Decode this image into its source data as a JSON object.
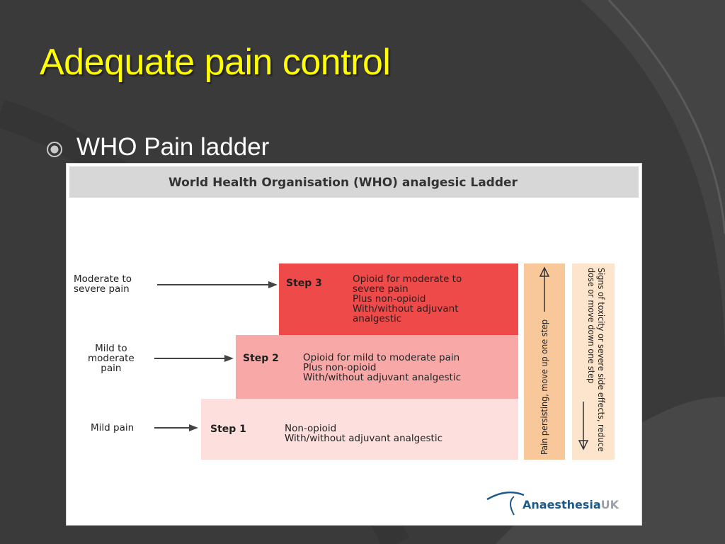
{
  "slide": {
    "title": "Adequate pain control",
    "bullet": "WHO Pain ladder"
  },
  "colors": {
    "background": "#3a3a3a",
    "title": "#ffff00",
    "step3": "#ef4a4a",
    "step2": "#f9a8a8",
    "step1": "#fde0de",
    "up_bar": "#f8c79a",
    "down_bar": "#fde4cc"
  },
  "figure": {
    "title": "World Health Organisation (WHO) analgesic Ladder",
    "steps": [
      {
        "pain": [
          "Moderate to",
          "severe pain"
        ],
        "label": "Step 3",
        "lines": [
          "Opioid for moderate to",
          "severe pain",
          "Plus non-opioid",
          "With/without adjuvant",
          "analgestic"
        ]
      },
      {
        "pain": [
          "Mild to",
          "moderate",
          "pain"
        ],
        "label": "Step 2",
        "lines": [
          "Opioid for mild to moderate pain",
          "Plus non-opioid",
          "With/without adjuvant analgestic"
        ]
      },
      {
        "pain": [
          "Mild pain"
        ],
        "label": "Step 1",
        "lines": [
          "Non-opioid",
          "With/without adjuvant analgestic"
        ]
      }
    ],
    "up_text": "Pain persisting, move up one step",
    "down_text": [
      "Signs of toxicity or severe side effects, reduce",
      "dose or move down one step"
    ],
    "brand": {
      "name_main": "Anaesthesia",
      "name_suffix": "UK",
      "logo_icon": "swoosh-logo-icon"
    }
  }
}
